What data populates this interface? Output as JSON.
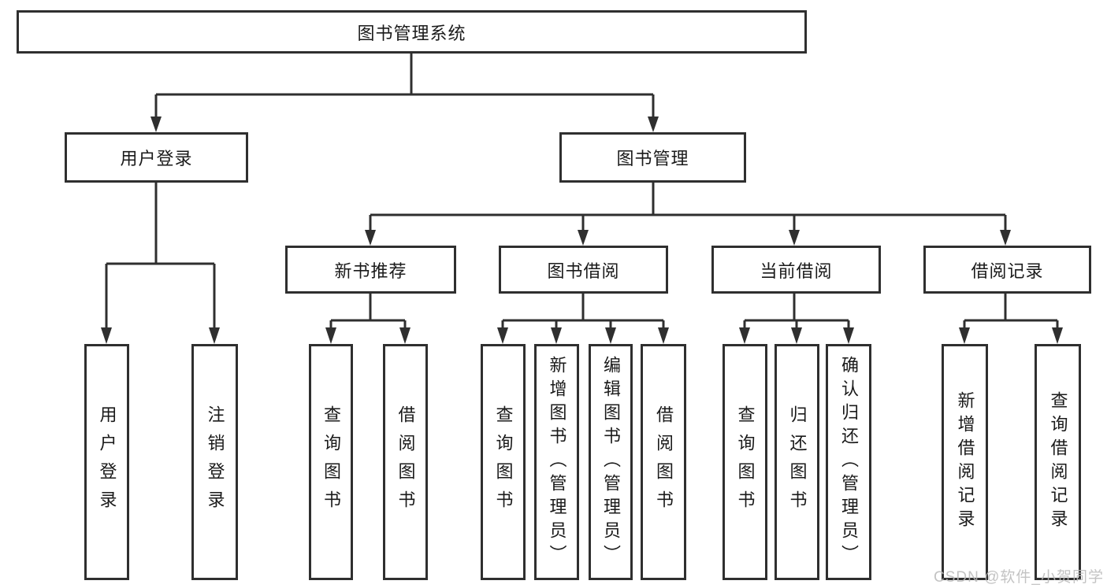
{
  "diagram": {
    "root": {
      "label": "图书管理系统"
    },
    "level2": [
      {
        "label": "用户登录"
      },
      {
        "label": "图书管理"
      }
    ],
    "level3": [
      {
        "label": "新书推荐"
      },
      {
        "label": "图书借阅"
      },
      {
        "label": "当前借阅"
      },
      {
        "label": "借阅记录"
      }
    ],
    "leaves": {
      "user_login": [
        "用户登录",
        "注销登录"
      ],
      "new_book_recommend": [
        "查询图书",
        "借阅图书"
      ],
      "book_borrow": [
        "查询图书",
        "新增图书（管理员）",
        "编辑图书（管理员）",
        "借阅图书"
      ],
      "current_borrow": [
        "查询图书",
        "归还图书",
        "确认归还（管理员）"
      ],
      "borrow_records": [
        "新增借阅记录",
        "查询借阅记录"
      ]
    }
  },
  "watermark": {
    "text": "CSDN @软件_小贺同学",
    "color": "#bbbbbb"
  },
  "colors": {
    "line": "#2f2f2f",
    "box_border": "#2f2f2f",
    "text": "#1a1a1a",
    "background": "#ffffff"
  }
}
